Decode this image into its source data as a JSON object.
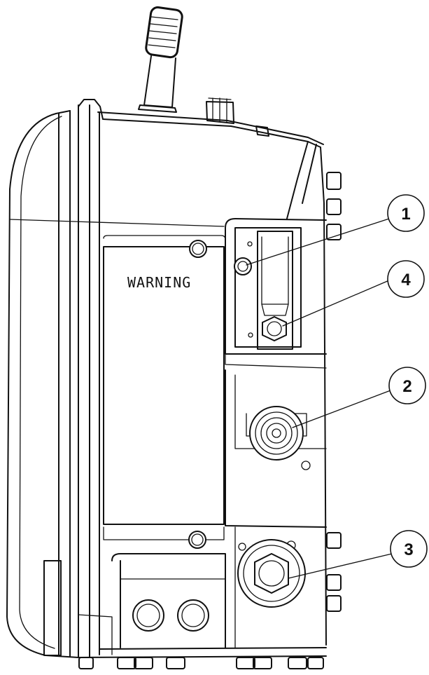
{
  "label": {
    "warning": "WARNING"
  },
  "callouts": [
    {
      "number": "1"
    },
    {
      "number": "4"
    },
    {
      "number": "2"
    },
    {
      "number": "3"
    }
  ]
}
